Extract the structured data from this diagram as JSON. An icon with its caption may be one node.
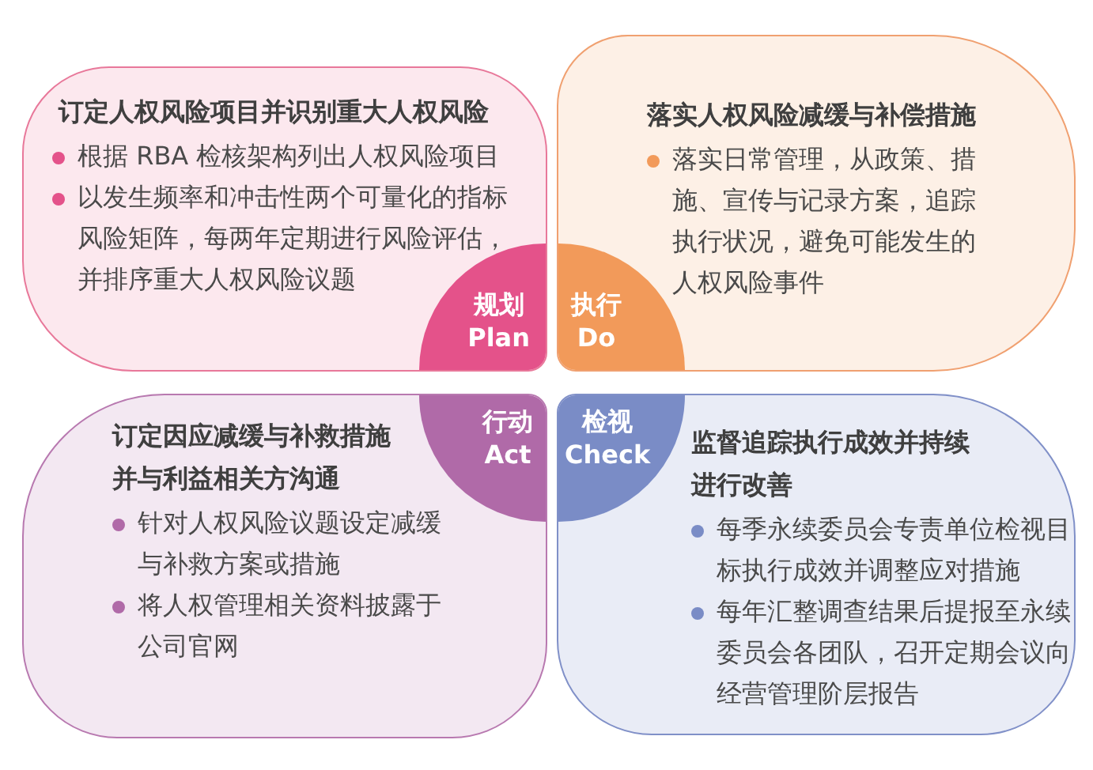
{
  "diagram": {
    "nodes": [
      {
        "text": [
          "订定人权风险项目并识别重大人权风险",
          "根据 RBA 检核架构列出人权风险项目",
          "以发生频率和冲击性两个可量化的指标风险矩阵，每两年定期进行风险评估，并排序重大人权风险议题"
        ]
      },
      {
        "text": [
          "规划",
          "Plan"
        ],
        "in": 0
      },
      {
        "text": [
          "落实人权风险减缓与补偿措施",
          "落实日常管理，从政策、措施、宣传与记录方案，追踪执行状况，避免可能发生的人权风险事件"
        ]
      },
      {
        "text": [
          "执行",
          "Do"
        ],
        "in": 2
      },
      {
        "text": [
          "订定因应减缓与补救措施并与利益相关方沟通",
          "针对人权风险议题设定减缓与补救方案或措施",
          "将人权管理相关资料披露于公司官网"
        ]
      },
      {
        "text": [
          "行动",
          "Act"
        ],
        "in": 4
      },
      {
        "text": [
          "监督追踪执行成效并持续进行改善",
          "每季永续委员会专责单位检视目标执行成效并调整应对措施",
          "每年汇整调查结果后提报至永续委员会各团队，召开定期会议向经营管理阶层报告"
        ]
      },
      {
        "text": [
          "检视",
          "Check"
        ],
        "in": 6
      }
    ]
  }
}
